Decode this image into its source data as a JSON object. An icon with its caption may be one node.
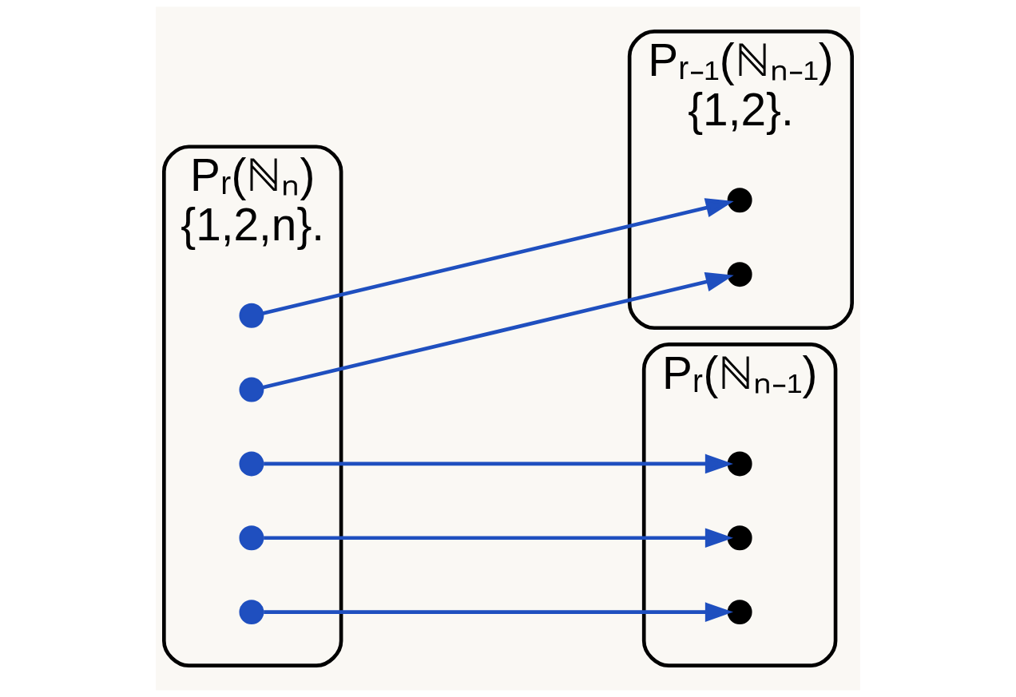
{
  "diagram": {
    "nodes": [
      {
        "text": [
          "Pᵣ(ℕₙ)",
          "{1,2,n}."
        ]
      },
      {
        "text": [],
        "shape": "circle",
        "in": 0
      },
      {
        "text": [],
        "shape": "circle",
        "in": 0
      },
      {
        "text": [],
        "shape": "circle",
        "in": 0
      },
      {
        "text": [],
        "shape": "circle",
        "in": 0
      },
      {
        "text": [],
        "shape": "circle",
        "in": 0
      },
      {
        "text": [
          "Pᵣ₋₁(ℕₙ₋₁)",
          "{1,2}."
        ]
      },
      {
        "text": [],
        "shape": "circle",
        "in": 6
      },
      {
        "text": [],
        "shape": "circle",
        "in": 6
      },
      {
        "text": [
          "Pᵣ(ℕₙ₋₁)"
        ]
      },
      {
        "text": [],
        "shape": "circle",
        "in": 9
      },
      {
        "text": [],
        "shape": "circle",
        "in": 9
      },
      {
        "text": [],
        "shape": "circle",
        "in": 9
      }
    ],
    "edges": [
      {
        "from": 1,
        "to": 7,
        "arrow": "to"
      },
      {
        "from": 2,
        "to": 8,
        "arrow": "to"
      },
      {
        "from": 3,
        "to": 10,
        "arrow": "to"
      },
      {
        "from": 4,
        "to": 11,
        "arrow": "to"
      },
      {
        "from": 5,
        "to": 12,
        "arrow": "to"
      }
    ]
  }
}
